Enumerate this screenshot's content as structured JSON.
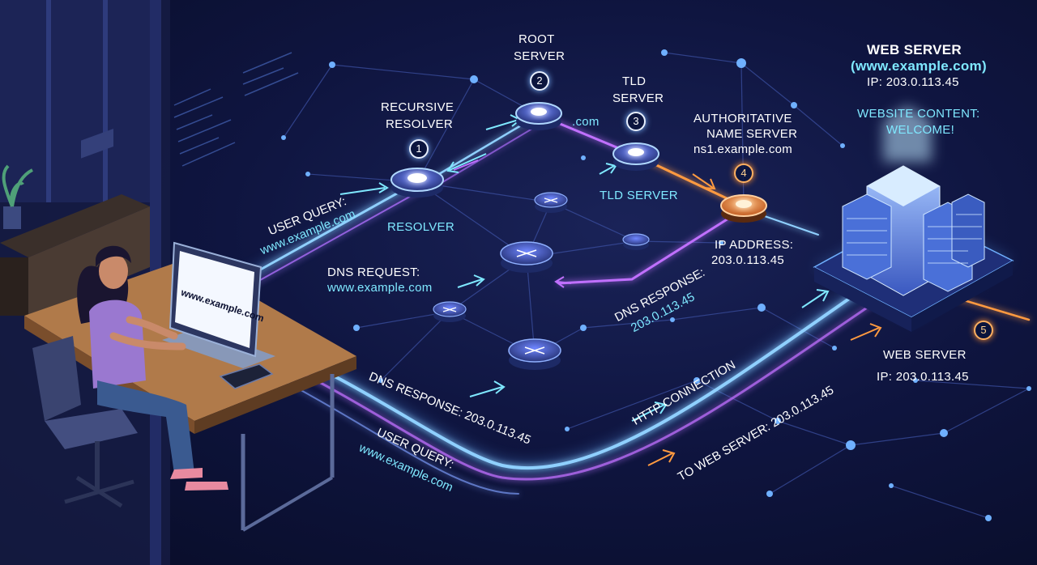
{
  "steps": [
    "1",
    "2",
    "3",
    "4",
    "5"
  ],
  "nodes": {
    "root": {
      "line1": "ROOT",
      "line2": "SERVER"
    },
    "recursive": {
      "line1": "RECURSIVE",
      "line2": "RESOLVER",
      "below": "RESOLVER"
    },
    "tld": {
      "line1": "TLD",
      "line2": "SERVER",
      "below": "TLD SERVER",
      "tld_tag": ".com"
    },
    "authoritative": {
      "line1": "AUTHORITATIVE",
      "line2": "NAME SERVER",
      "host": "ns1.example.com",
      "ip_label": "IP ADDRESS:",
      "ip_value": "203.0.113.45"
    },
    "web_top": {
      "title": "WEB SERVER",
      "domain": "(www.example.com)",
      "ip": "IP: 203.0.113.45",
      "content_label": "WEBSITE CONTENT:",
      "content_value": "WELCOME!"
    },
    "web_bottom": {
      "title": "WEB SERVER",
      "ip": "IP: 203.0.113.45"
    }
  },
  "flows": {
    "user_query_top": {
      "label": "USER QUERY:",
      "value": "www.example.com"
    },
    "dns_request": {
      "label": "DNS REQUEST:",
      "value": "www.example.com"
    },
    "dns_response_mid": {
      "label": "DNS RESPONSE:",
      "value": "203.0.113.45"
    },
    "dns_response_bottom": {
      "text": "DNS RESPONSE: 203.0.113.45"
    },
    "user_query_bottom": {
      "label": "USER QUERY:",
      "value": "www.example.com"
    },
    "http_connection": {
      "text": "HTTP CONNECTION"
    },
    "to_web_server": {
      "text": "TO WEB SERVER: 203.0.113.45"
    }
  },
  "laptop_screen": "www.example.com",
  "colors": {
    "background": "#0f1540",
    "cyan": "#7fe8ff",
    "blue_glow": "#5fa8ff",
    "purple_glow": "#b070ff",
    "orange_glow": "#ff9a40",
    "node_fill": "#2a3a80"
  }
}
